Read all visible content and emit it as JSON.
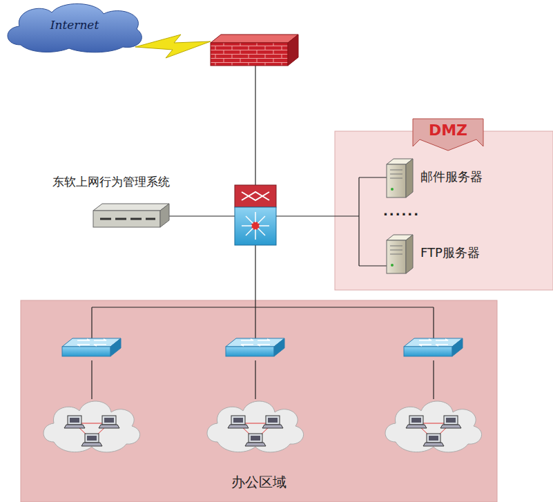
{
  "diagram": {
    "nodes": [
      {
        "text": [
          "Internet"
        ]
      },
      {
        "text": [
          "东软上网行为管理系统"
        ]
      },
      {
        "text": [
          "DMZ"
        ]
      },
      {
        "text": [
          "邮件服务器"
        ],
        "in": 2
      },
      {
        "text": [
          "FTP服务器"
        ],
        "in": 2
      },
      {
        "text": [
          "办公区域"
        ]
      }
    ],
    "labels": [
      "......"
    ]
  }
}
